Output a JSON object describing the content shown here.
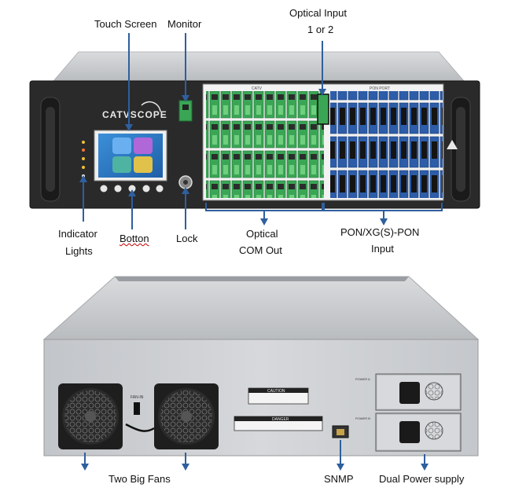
{
  "labels": {
    "touch_screen": "Touch Screen",
    "monitor": "Monitor",
    "optical_input_1": "Optical Input",
    "optical_input_2": "1 or 2",
    "indicator_1": "Indicator",
    "indicator_2": "Lights",
    "botton": "Botton",
    "lock": "Lock",
    "optical_com_1": "Optical",
    "optical_com_2": "COM Out",
    "pon_input_1": "PON/XG(S)-PON",
    "pon_input_2": "Input",
    "two_big_fans": "Two Big Fans",
    "snmp": "SNMP",
    "dual_power": "Dual Power supply"
  },
  "device": {
    "logo": "CATVSCOPE",
    "catv_label": "CATV",
    "pon_port_label": "PON PORT",
    "caution": "CAUTION",
    "danger": "DANGER",
    "fan_label": "FAN-IN",
    "power_a": "POWER A",
    "power_b": "POWER B"
  },
  "colors": {
    "accent_arrow": "#2f5f9e",
    "green_port": "#3aa655",
    "blue_port": "#2d5da8",
    "chassis": "#2a2a2a",
    "rear_panel": "#c9ccd0"
  }
}
